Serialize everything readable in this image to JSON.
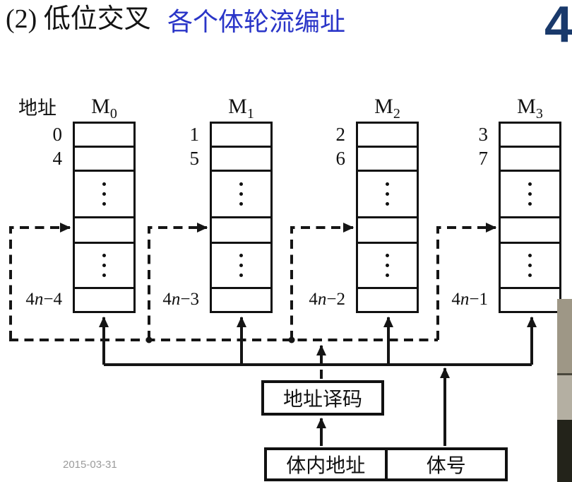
{
  "slide": {
    "title": "(2) 低位交叉",
    "subtitle": "各个体轮流编址",
    "page_number": "4",
    "date": "2015-03-31"
  },
  "diagram": {
    "address_label": "地址",
    "banks": [
      {
        "name": "M0",
        "base": "M",
        "sub": "0",
        "addr1": "0",
        "addr2": "4",
        "last_pre": "4",
        "last_var": "n",
        "last_post": "−4"
      },
      {
        "name": "M1",
        "base": "M",
        "sub": "1",
        "addr1": "1",
        "addr2": "5",
        "last_pre": "4",
        "last_var": "n",
        "last_post": "−3"
      },
      {
        "name": "M2",
        "base": "M",
        "sub": "2",
        "addr1": "2",
        "addr2": "6",
        "last_pre": "4",
        "last_var": "n",
        "last_post": "−2"
      },
      {
        "name": "M3",
        "base": "M",
        "sub": "3",
        "addr1": "3",
        "addr2": "7",
        "last_pre": "4",
        "last_var": "n",
        "last_post": "−1"
      }
    ],
    "decoder_label": "地址译码",
    "intra_bank_address_label": "体内地址",
    "bank_number_label": "体号"
  },
  "colors": {
    "subtitle_blue": "#2a35c8",
    "page_number_navy": "#19396b",
    "line_black": "#151515",
    "date_gray": "#9b9b9b"
  }
}
